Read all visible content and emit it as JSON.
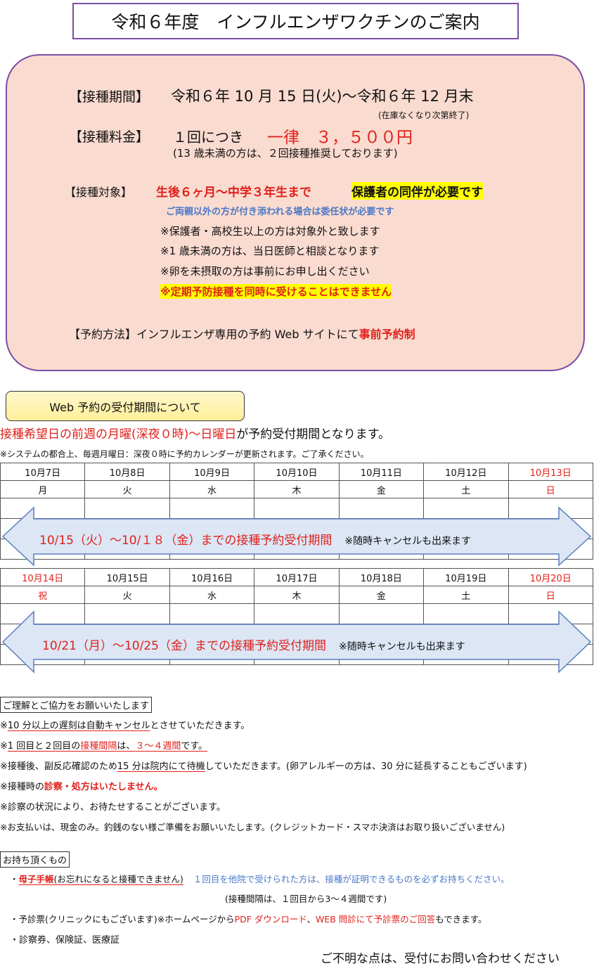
{
  "title": "令和６年度　インフルエンザワクチンのご案内",
  "info": {
    "period_label": "【接種期間】",
    "period_value": "令和６年 10 月 15 日(火)～令和６年 12 月末",
    "period_note": "(在庫なくなり次第終了)",
    "fee_label": "【接種料金】",
    "fee_prefix": "１回につき",
    "fee_value": "一律　３，５００円",
    "fee_note": "(13 歳未満の方は、２回接種推奨しております)",
    "target_label": "【接種対象】",
    "target_value": "生後６ヶ月～中学３年生まで",
    "target_guardian": "保護者の同伴が必要です",
    "target_proxy": "ご両親以外の方が付き添われる場合は委任状が必要です",
    "target_notes": [
      "※保護者・高校生以上の方は対象外と致します",
      "※1 歳未満の方は、当日医師と相談となります",
      "※卵を未摂取の方は事前にお申し出ください"
    ],
    "target_highlight": "※定期予防接種を同時に受けることはできません",
    "reserve_prefix": "【予約方法】インフルエンザ専用の予約 Web サイトにて",
    "reserve_emph": "事前予約制"
  },
  "web": {
    "box_label": "Web 予約の受付期間について",
    "lead_red": "接種希望日の前週の月曜(深夜０時)～日曜日",
    "lead_black": "が予約受付期間となります。",
    "sub_note": "※システムの都合上、毎週月曜日：深夜０時に予約カレンダーが更新されます。ご了承ください。"
  },
  "colors": {
    "accent_red": "#e0201b",
    "accent_blue": "#4a78c8",
    "panel_bg": "#fadbd0",
    "border_purple": "#7a4ea6",
    "arrow_fill": "#dce6f4",
    "arrow_stroke": "#5b7fbf"
  },
  "calendar": {
    "week1": {
      "dates": [
        "10月7日",
        "10月8日",
        "10月9日",
        "10月10日",
        "10月11日",
        "10月12日",
        "10月13日"
      ],
      "days": [
        "月",
        "火",
        "水",
        "木",
        "金",
        "土",
        "日"
      ],
      "red_cols": [
        6
      ],
      "arrow_main": "10/15（火）～10/１８（金）までの接種予約受付期間",
      "arrow_note": "※随時キャンセルも出来ます"
    },
    "week2": {
      "dates": [
        "10月14日",
        "10月15日",
        "10月16日",
        "10月17日",
        "10月18日",
        "10月19日",
        "10月20日"
      ],
      "days": [
        "祝",
        "火",
        "水",
        "木",
        "金",
        "土",
        "日"
      ],
      "red_cols": [
        0,
        6
      ],
      "arrow_main": "10/21（月）～10/25（金）までの接種予約受付期間",
      "arrow_note": "※随時キャンセルも出来ます"
    }
  },
  "notes": {
    "heading": "ご理解とご協力をお願いいたします",
    "n1a": "※",
    "n1b": "10 分以上の遅刻は自動キャンセル",
    "n1c": "とさせていただきます。",
    "n2a": "※",
    "n2b": "1 回目と２回目の",
    "n2c": "接種間隔",
    "n2d": "は、",
    "n2e": "３～４週間",
    "n2f": "です。",
    "n3a": "※接種後、副反応確認のため",
    "n3b": "15 分は院内にて待機",
    "n3c": "していただきます。(卵アレルギーの方は、30 分に延長することもございます)",
    "n4a": "※接種時の",
    "n4b": "診察・処方はいたしません。",
    "n5": "※診察の状況により、お待たせすることがございます。",
    "n6": "※お支払いは、現金のみ。釣銭のない様ご準備をお願いいたします。(クレジットカード・スマホ決済はお取り扱いございません)"
  },
  "bring": {
    "heading": "お持ち頂くもの",
    "b1a": "・",
    "b1b": "母子手帳",
    "b1c": "(お忘れになると接種できません)",
    "b1d": "１回目を他院で受けられた方は、接種が証明できるものを必ずお持ちください。",
    "b1e": "(接種間隔は、１回目から3～４週間です)",
    "b2a": "・予診票(クリニックにもございます)※ホームページから",
    "b2b": "PDF ダウンロード",
    "b2c": "、",
    "b2d": "WEB 問診にて予診票のご回答",
    "b2e": "もできます。",
    "b3": "・診察券、保険証、医療証"
  },
  "footer": "ご不明な点は、受付にお問い合わせください"
}
